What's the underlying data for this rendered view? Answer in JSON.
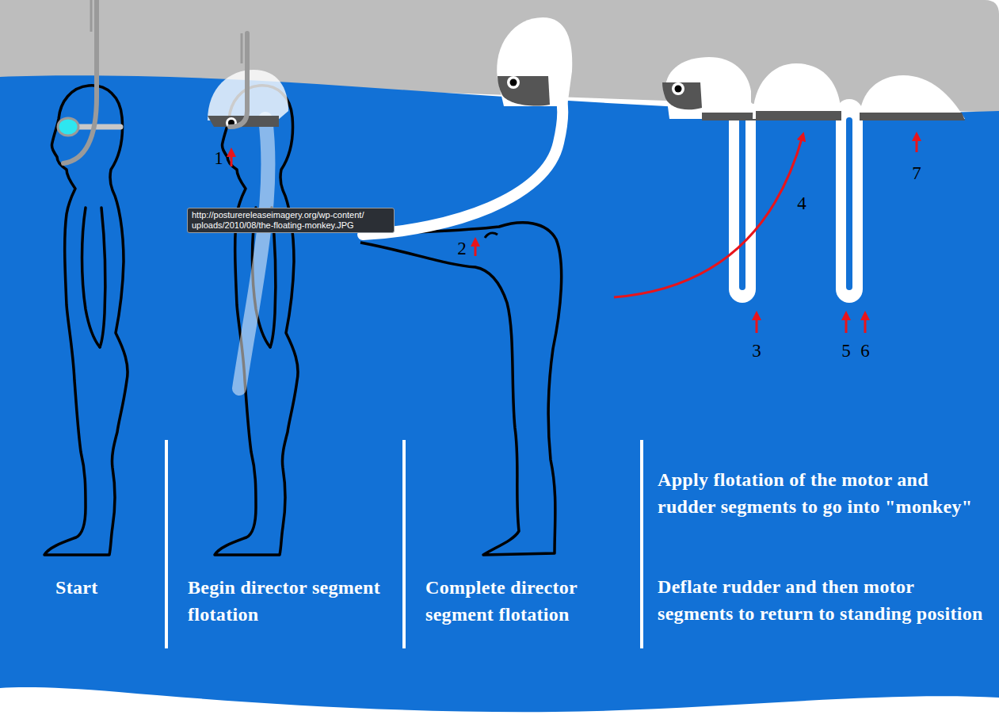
{
  "diagram": {
    "nodes": [
      {
        "text": [
          "http://posturereleaseimagery.org/wp-content/ uploads/2010/08/the-floating-monkey.JPG"
        ]
      }
    ],
    "labels": [
      "1",
      "2",
      "3",
      "4",
      "5",
      "6",
      "7",
      "Start",
      "Begin director segment flotation",
      "Complete director segment flotation",
      "Apply flotation of the motor and rudder segments to go into \"monkey\"",
      "Deflate rudder and then motor segments to return to standing position"
    ]
  }
}
